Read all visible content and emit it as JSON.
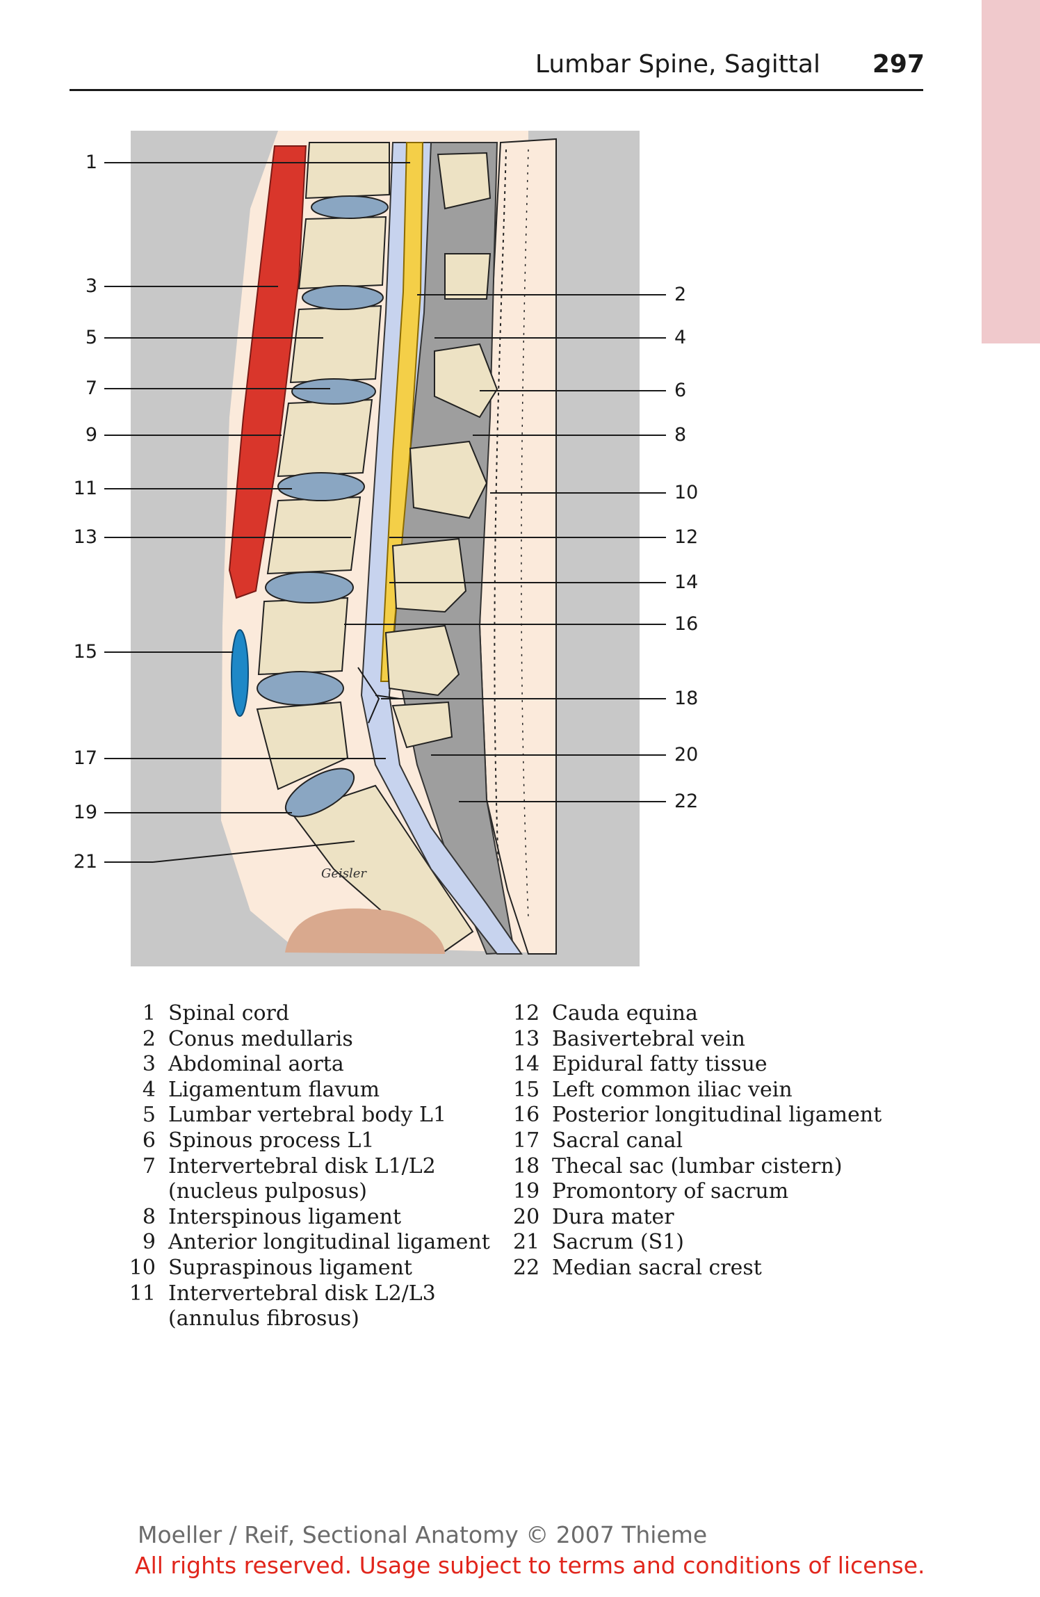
{
  "header": {
    "title": "Lumbar Spine, Sagittal",
    "page_number": "297"
  },
  "colors": {
    "thumb_tab": "#f0c9cc",
    "background_gray": "#c8c8c8",
    "bone": "#ede2c4",
    "disk": "#8aa6c2",
    "aorta": "#d9362b",
    "vein": "#1e88c7",
    "cord": "#f4cf48",
    "csf": "#c7d3ee",
    "footer_red": "#e1261c"
  },
  "figure": {
    "callouts_left": [
      "1",
      "3",
      "5",
      "7",
      "9",
      "11",
      "13",
      "15",
      "17",
      "19",
      "21"
    ],
    "callouts_right": [
      "2",
      "4",
      "6",
      "8",
      "10",
      "12",
      "14",
      "16",
      "18",
      "20",
      "22"
    ],
    "signature": "Geisler"
  },
  "legend": {
    "col1": [
      {
        "num": "1",
        "text": "Spinal cord"
      },
      {
        "num": "2",
        "text": "Conus medullaris"
      },
      {
        "num": "3",
        "text": "Abdominal aorta"
      },
      {
        "num": "4",
        "text": "Ligamentum flavum"
      },
      {
        "num": "5",
        "text": "Lumbar vertebral body L1"
      },
      {
        "num": "6",
        "text": "Spinous process L1"
      },
      {
        "num": "7",
        "text": "Intervertebral disk L1/L2\n(nucleus pulposus)"
      },
      {
        "num": "8",
        "text": "Interspinous ligament"
      },
      {
        "num": "9",
        "text": "Anterior longitudinal ligament"
      },
      {
        "num": "10",
        "text": "Supraspinous ligament"
      },
      {
        "num": "11",
        "text": "Intervertebral disk L2/L3\n(annulus fibrosus)"
      }
    ],
    "col2": [
      {
        "num": "12",
        "text": "Cauda equina"
      },
      {
        "num": "13",
        "text": "Basivertebral vein"
      },
      {
        "num": "14",
        "text": "Epidural fatty tissue"
      },
      {
        "num": "15",
        "text": "Left common iliac vein"
      },
      {
        "num": "16",
        "text": "Posterior longitudinal ligament"
      },
      {
        "num": "17",
        "text": "Sacral canal"
      },
      {
        "num": "18",
        "text": "Thecal sac (lumbar cistern)"
      },
      {
        "num": "19",
        "text": "Promontory of sacrum"
      },
      {
        "num": "20",
        "text": "Dura mater"
      },
      {
        "num": "21",
        "text": "Sacrum (S1)"
      },
      {
        "num": "22",
        "text": "Median sacral crest"
      }
    ]
  },
  "footer": {
    "credit": "Moeller / Reif, Sectional Anatomy © 2007 Thieme",
    "rights": "All rights reserved. Usage subject to terms and conditions of license."
  }
}
